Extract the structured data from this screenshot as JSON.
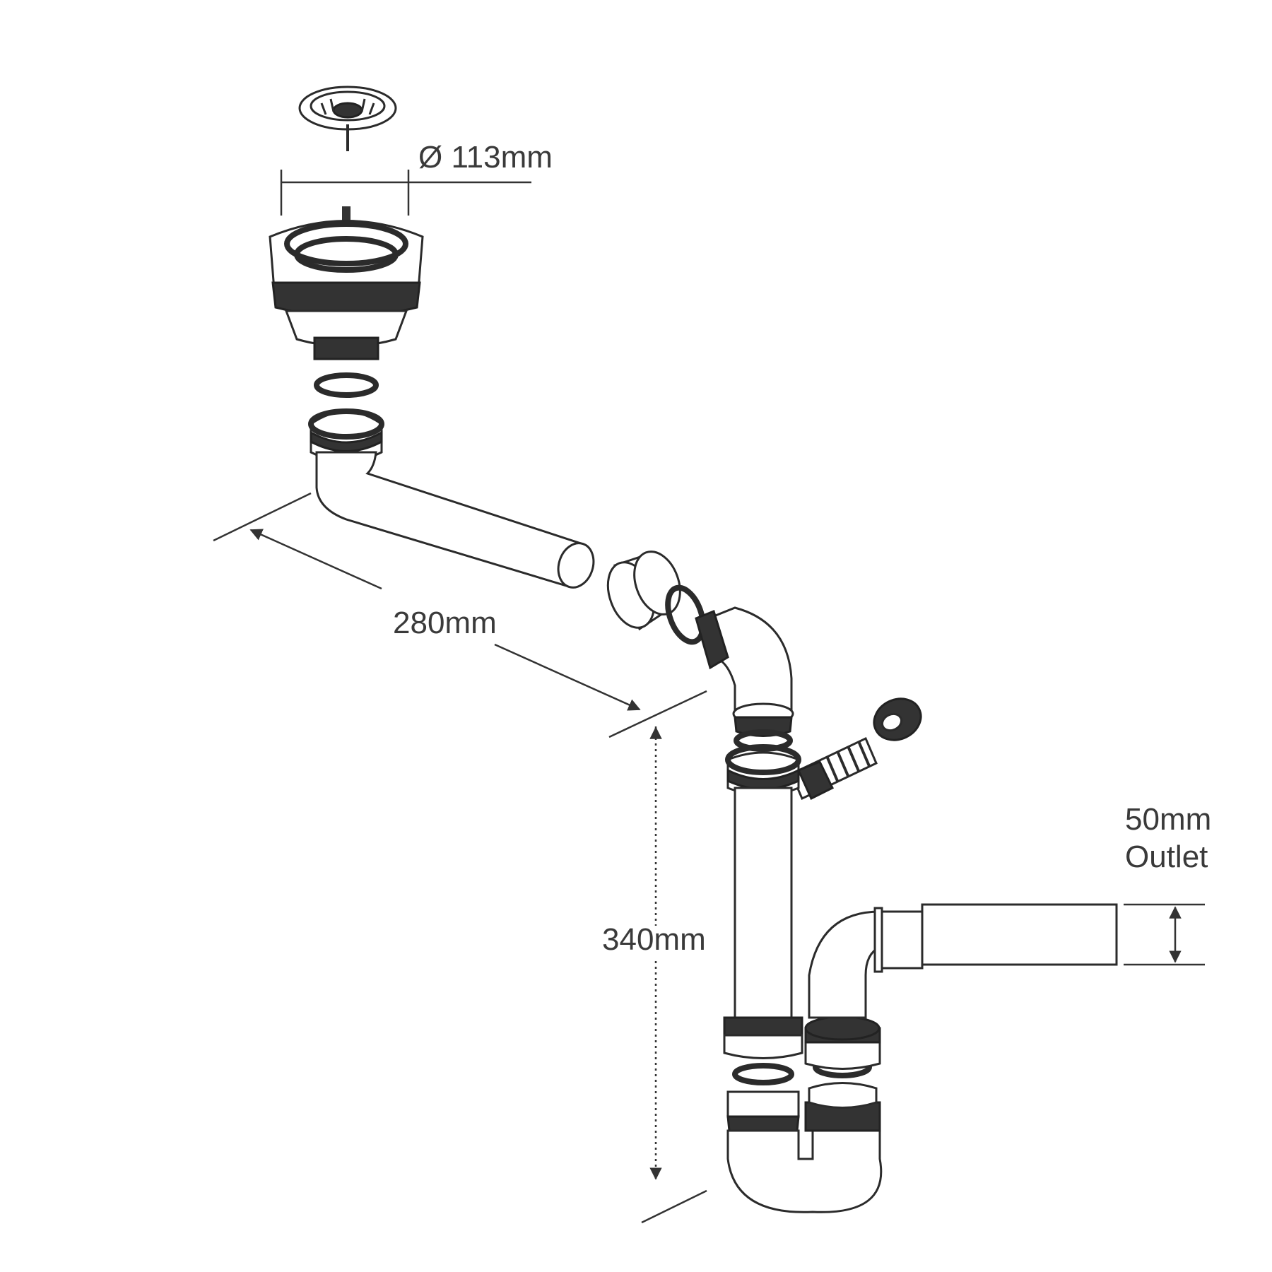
{
  "labels": {
    "diameter": "Ø 113mm",
    "length_horizontal": "280mm",
    "height": "340mm",
    "outlet_size": "50mm",
    "outlet_word": "Outlet"
  },
  "colors": {
    "line": "#2b2b2b",
    "text": "#3a3a3a",
    "background": "#ffffff"
  }
}
